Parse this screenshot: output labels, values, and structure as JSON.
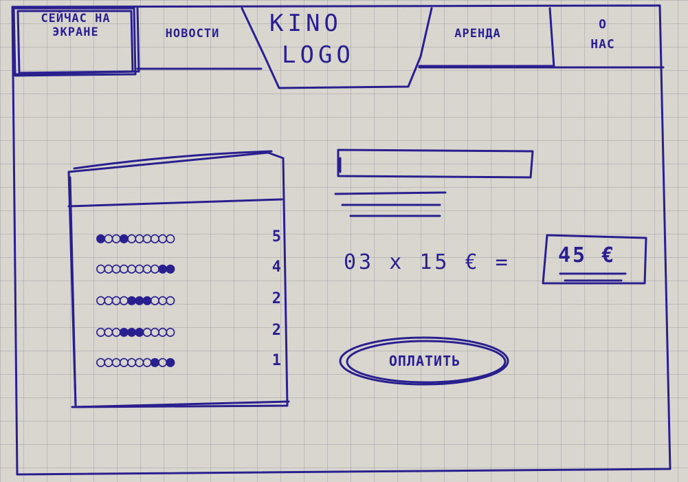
{
  "nav": {
    "now_playing": "СЕЙЧАС НА ЭКРАНЕ",
    "news": "НОВОСТИ",
    "logo_line1": "KINO",
    "logo_line2": "LOGO",
    "rent": "АРЕНДА",
    "about_line1": "О",
    "about_line2": "НАС"
  },
  "ratings": [
    {
      "dots": "●○○●○○○○○○",
      "value": "5"
    },
    {
      "dots": "○○○○○○○○●●",
      "value": "4"
    },
    {
      "dots": "○○○○●●●○○○",
      "value": "2"
    },
    {
      "dots": "○○○●●●○○○○",
      "value": "2"
    },
    {
      "dots": "○○○○○○○●○●",
      "value": "1"
    }
  ],
  "order": {
    "quantity": "03",
    "times": "x",
    "price": "15 €",
    "equals": "=",
    "total": "45 €"
  },
  "pay_label": "ОПЛАТИТЬ",
  "colors": {
    "ink": "#2a1f8f",
    "paper": "#d9d6cf"
  }
}
